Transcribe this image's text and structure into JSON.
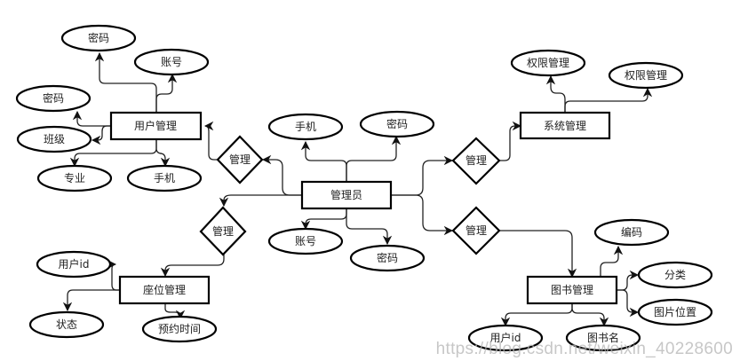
{
  "diagram": {
    "type": "er-diagram",
    "entities": {
      "admin": "管理员",
      "user_mgmt": "用户管理",
      "system_mgmt": "系统管理",
      "seat_mgmt": "座位管理",
      "book_mgmt": "图书管理"
    },
    "relationships": {
      "rel_user": "管理",
      "rel_system": "管理",
      "rel_seat": "管理",
      "rel_book": "管理"
    },
    "attributes": {
      "admin_phone": "手机",
      "admin_password": "密码",
      "admin_account": "账号",
      "admin_password2": "密码",
      "user_password_top": "密码",
      "user_account": "账号",
      "user_password": "密码",
      "user_class": "班级",
      "user_major": "专业",
      "user_phone": "手机",
      "sys_permission1": "权限管理",
      "sys_permission2": "权限管理",
      "seat_userid": "用户id",
      "seat_status": "状态",
      "seat_time": "预约时间",
      "book_code": "编码",
      "book_category": "分类",
      "book_image_location": "图片位置",
      "book_userid": "用户id",
      "book_name": "图书名"
    }
  },
  "watermark": "https://blog.csdn.net/weixin_40228600"
}
